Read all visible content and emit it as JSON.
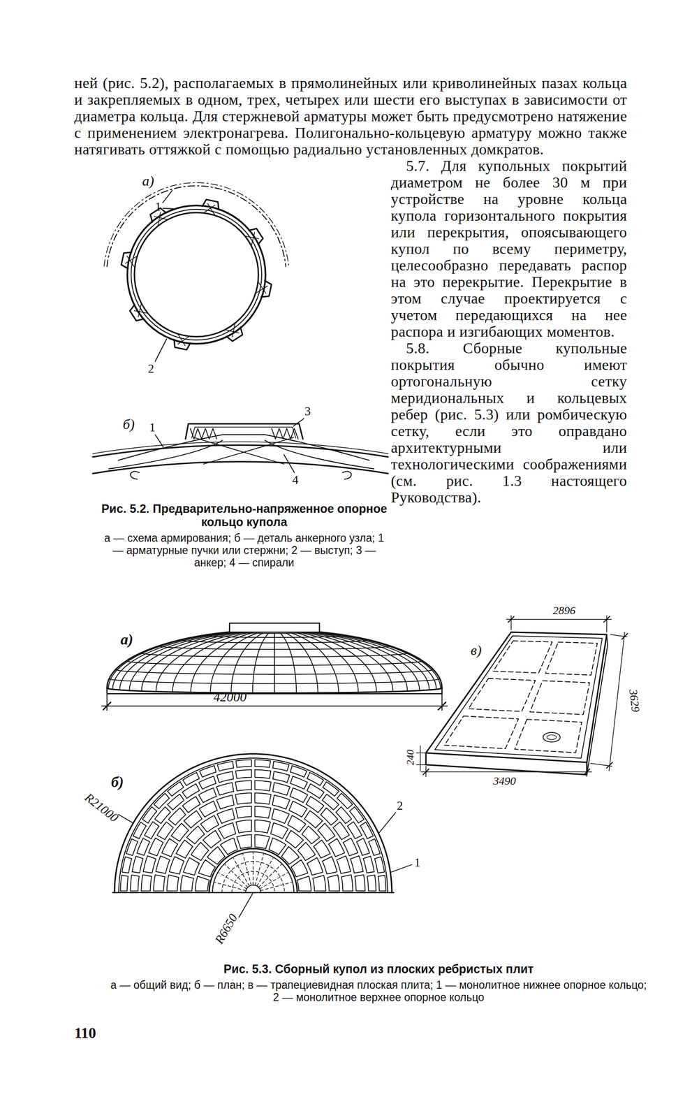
{
  "diagram": {
    "labels": [
      "ней (рис. 5.2), располагаемых в прямолинейных или криволинейных пазах кольца и закрепляемых в одном, трех, четырех или шести его выступах в зависимости от диаметра кольца. Для стержневой арматуры может быть предусмотрено натяжение с применением электронагрева. Полигонально-кольцевую арматуру можно также натягивать оттяжкой с помощью радиально установленных домкратов.",
      "5.7. Для купольных покрытий диаметром не более 30 м при устройстве на уровне кольца купола горизонтального покрытия или перекрытия, опоясывающего купол по всему периметру, целесообразно передавать распор на это перекрытие. Перекрытие в этом случае проектируется с учетом передающихся на нее распора и изгибающих моментов.",
      "5.8. Сборные купольные покрытия обычно имеют ортогональную сетку меридиональных и кольцевых ребер (рис. 5.3) или ромбическую сетку, если это оправдано архитектурными или технологическими соображениями (см. рис. 1.3 настоящего Руководства).",
      "Рис. 5.2. Предварительно-напряженное опорное кольцо купола",
      "а — схема армирования; б — деталь анкерного узла; 1 — арматурные пучки или стержни; 2 — выступ; 3 — анкер; 4 — спирали",
      "а)",
      "1",
      "2",
      "б)",
      "1",
      "3",
      "4",
      "а)",
      "42000",
      "б)",
      "R21000",
      "2",
      "1",
      "R6650",
      "в)",
      "2896",
      "3629",
      "240",
      "3490",
      "Рис. 5.3. Сборный купол из плоских ребристых плит",
      "а — общий вид; б — план; в — трапециевидная плоская плита; 1 — монолитное нижнее опорное кольцо; 2 — монолитное верхнее опорное кольцо",
      "110"
    ]
  }
}
